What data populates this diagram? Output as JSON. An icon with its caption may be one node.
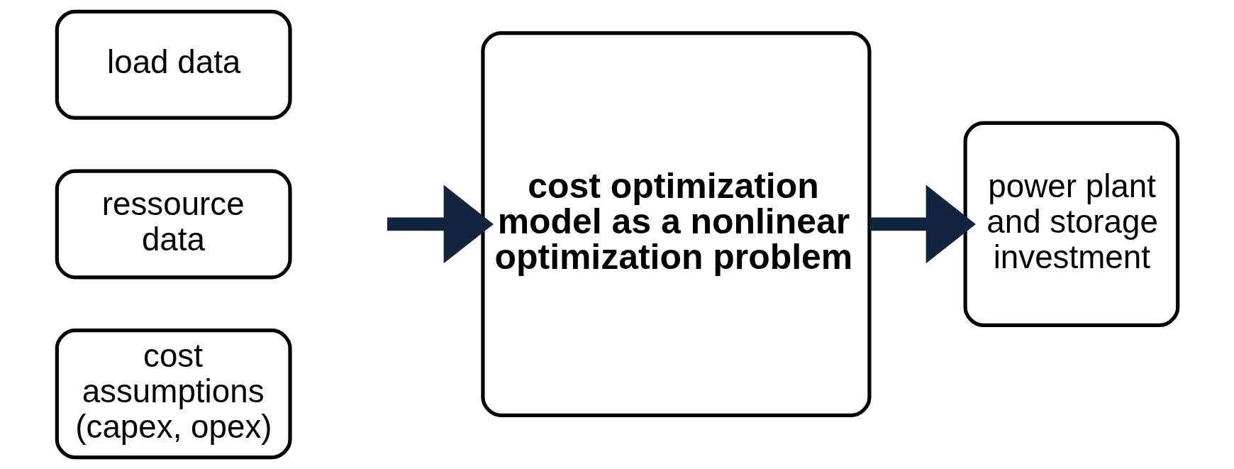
{
  "diagram": {
    "nodes": [
      {
        "text": [
          "load data"
        ]
      },
      {
        "text": [
          "ressource data"
        ]
      },
      {
        "text": [
          "cost assumptions (capex, opex)"
        ]
      },
      {
        "text": [
          "cost optimization model as a nonlinear optimization problem"
        ]
      },
      {
        "text": [
          "power plant and storage investment"
        ]
      }
    ],
    "edges": [
      {
        "from": null,
        "to": 3,
        "arrow": "to"
      },
      {
        "from": 3,
        "to": 4,
        "arrow": "to"
      }
    ]
  }
}
